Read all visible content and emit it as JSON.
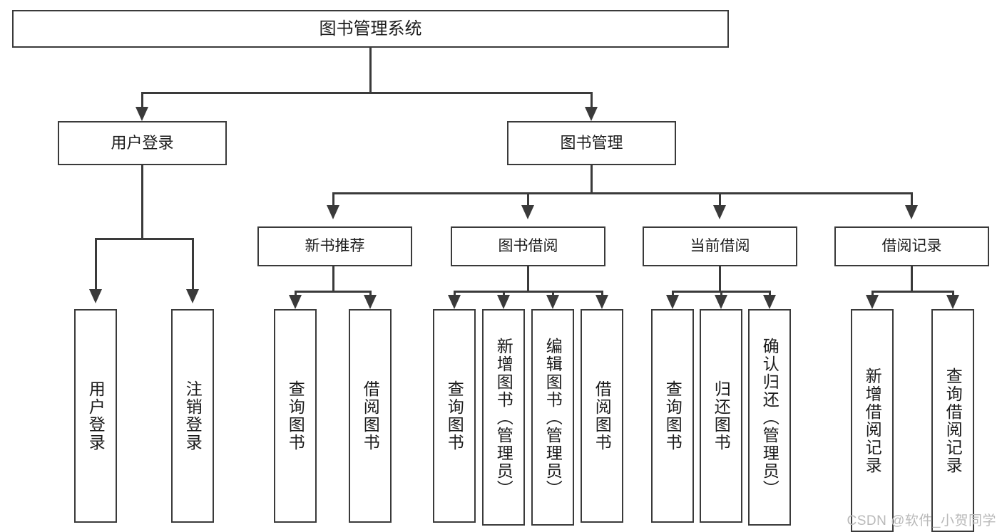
{
  "diagram": {
    "title": "图书管理系统",
    "type": "tree",
    "root": {
      "label": "图书管理系统"
    },
    "level2": [
      {
        "label": "用户登录"
      },
      {
        "label": "图书管理"
      }
    ],
    "level3": [
      {
        "label": "新书推荐"
      },
      {
        "label": "图书借阅"
      },
      {
        "label": "当前借阅"
      },
      {
        "label": "借阅记录"
      }
    ],
    "leaves": {
      "user_login": [
        {
          "label": "用户登录"
        },
        {
          "label": "注销登录"
        }
      ],
      "new_book_recommend": [
        {
          "label": "查询图书"
        },
        {
          "label": "借阅图书"
        }
      ],
      "book_borrow": [
        {
          "label": "查询图书"
        },
        {
          "label": "新增图书（管理员）"
        },
        {
          "label": "编辑图书（管理员）"
        },
        {
          "label": "借阅图书"
        }
      ],
      "current_borrow": [
        {
          "label": "查询图书"
        },
        {
          "label": "归还图书"
        },
        {
          "label": "确认归还（管理员）"
        }
      ],
      "borrow_record": [
        {
          "label": "新增借阅记录"
        },
        {
          "label": "查询借阅记录"
        }
      ]
    }
  },
  "watermark": {
    "text": "CSDN @软件_小贺同学"
  },
  "colors": {
    "stroke": "#3a3a3a",
    "background": "#ffffff",
    "text": "#1b1b1b",
    "watermark": "#b9b9b9"
  }
}
